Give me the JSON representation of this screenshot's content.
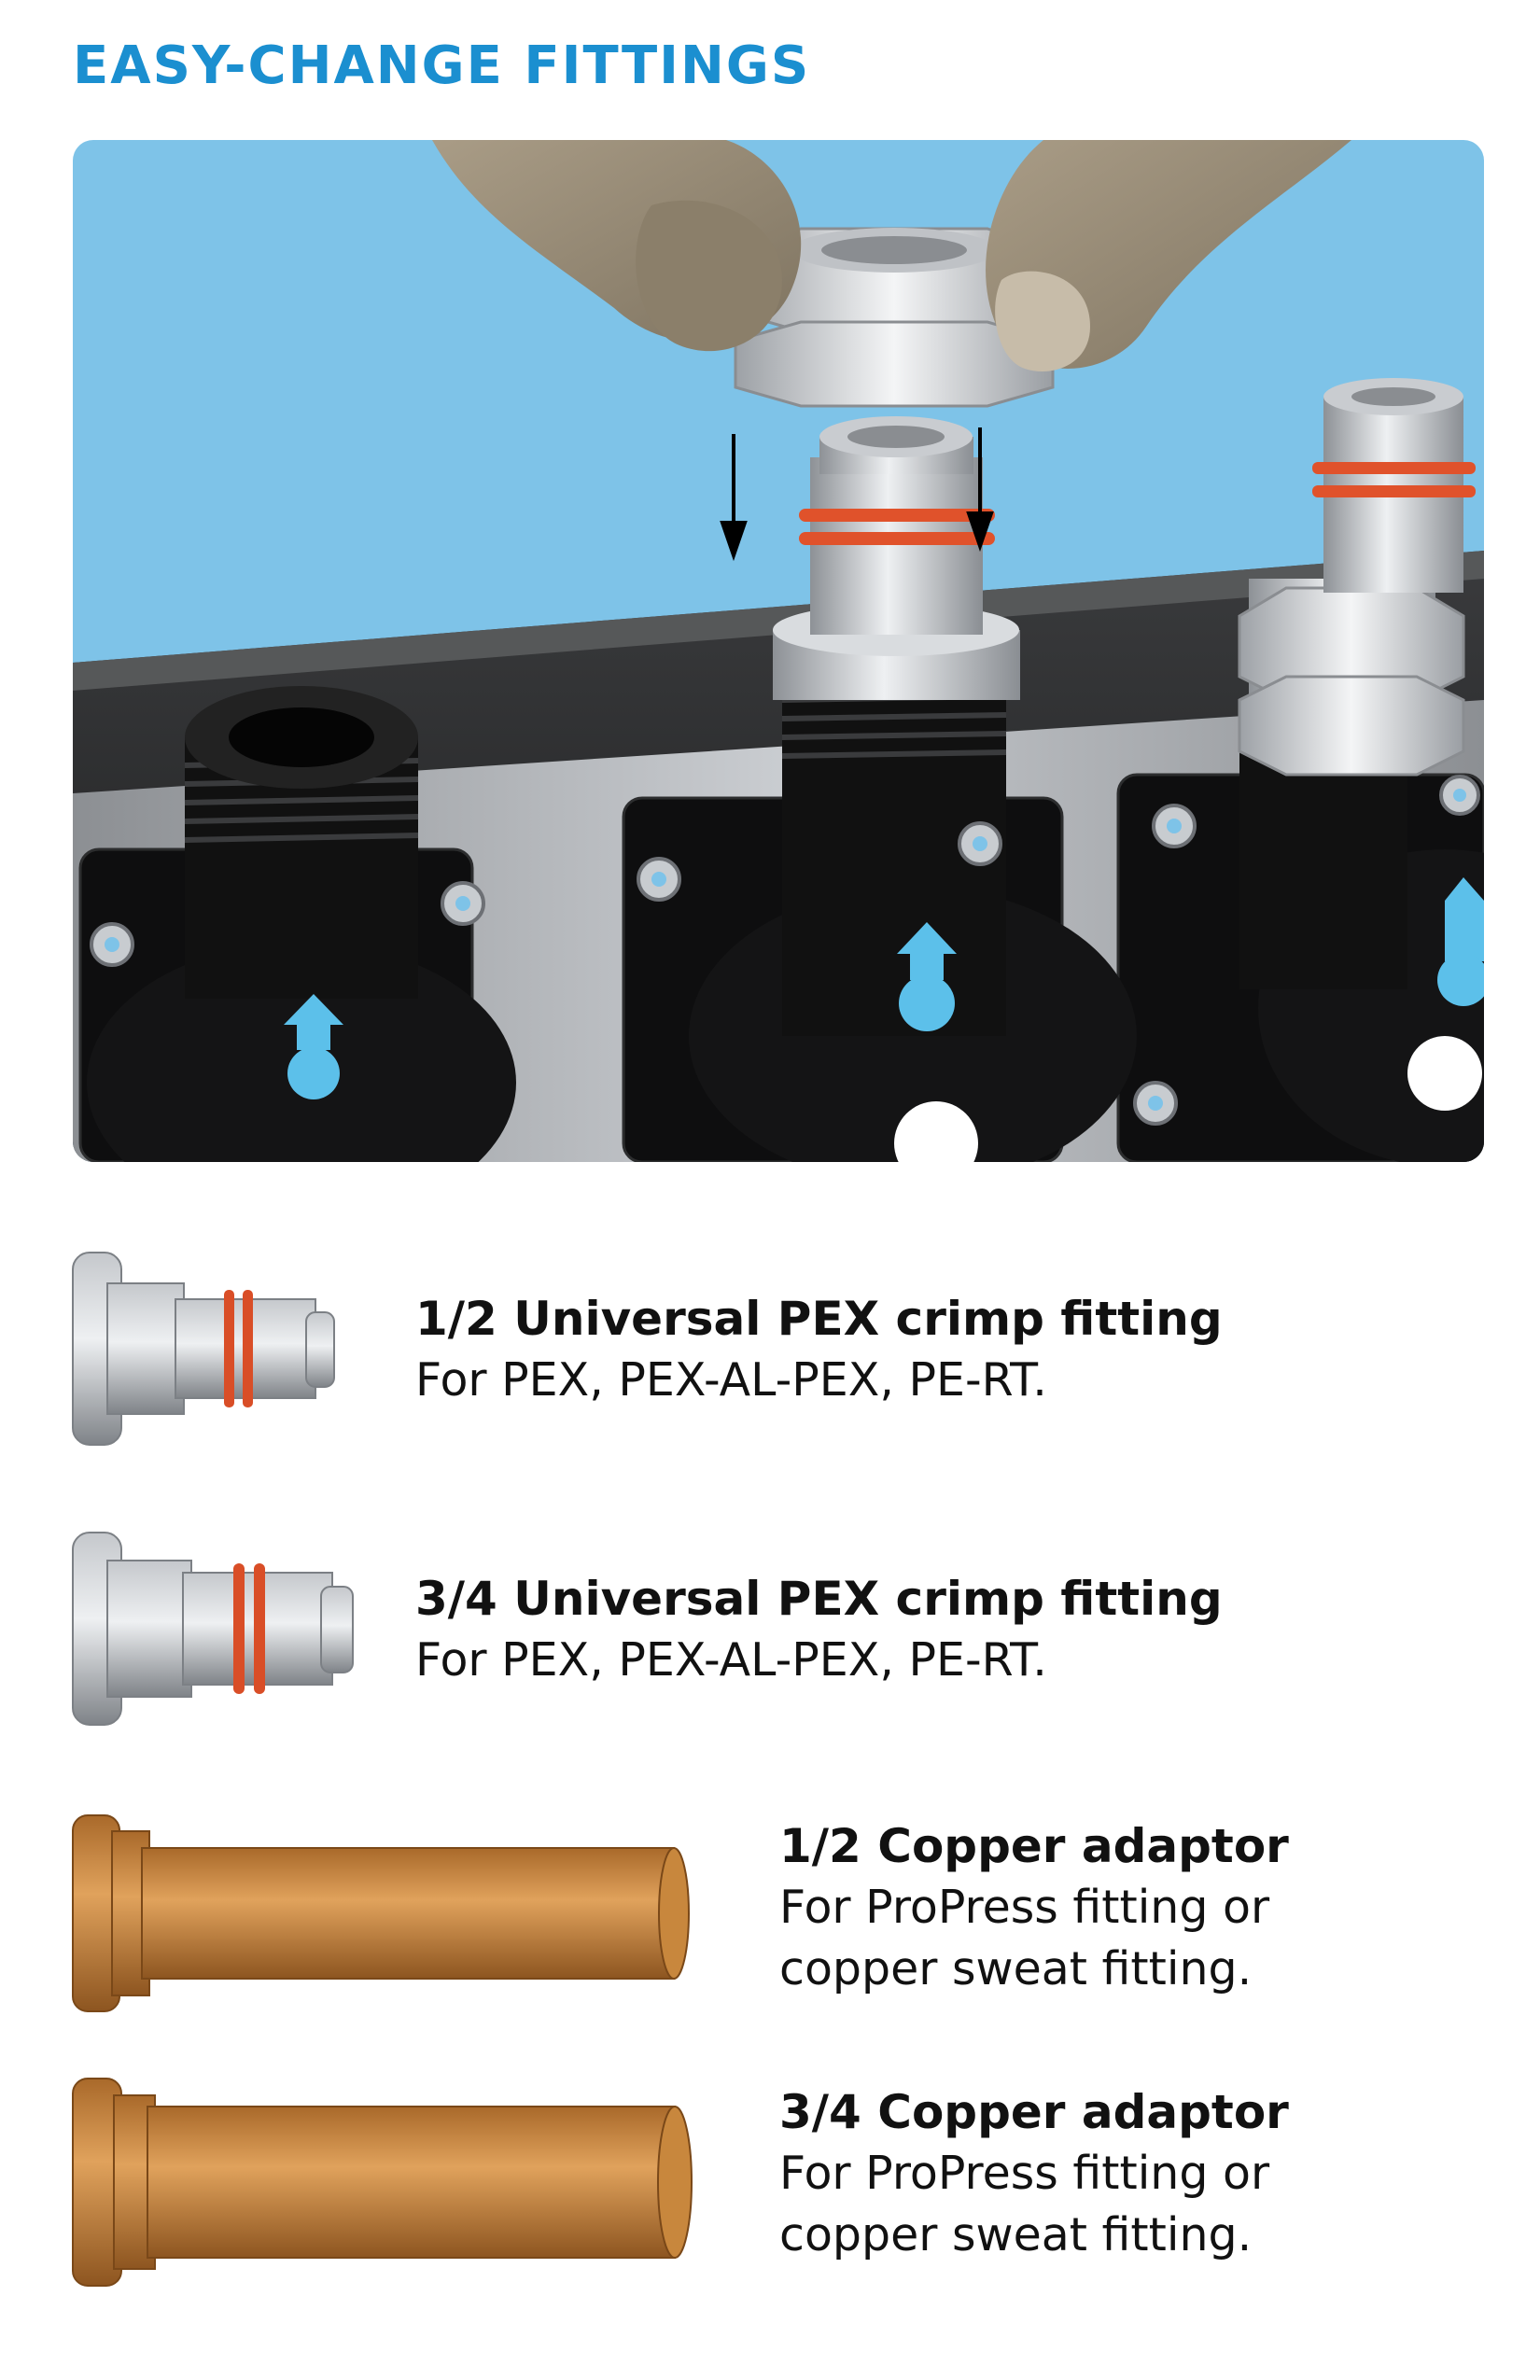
{
  "page": {
    "title": "EASY-CHANGE FITTINGS",
    "accent_color": "#1b8fd0"
  },
  "hero": {
    "icon": "manifold-fitting-install-illustration"
  },
  "fittings": [
    {
      "name": "1/2 Universal PEX crimp fitting",
      "desc_lines": [
        "For PEX, PEX-AL-PEX, PE-RT."
      ],
      "icon": "pex-crimp-fitting-icon",
      "material_color": "#9a9ea3"
    },
    {
      "name": "3/4 Universal PEX crimp fitting",
      "desc_lines": [
        "For PEX, PEX-AL-PEX, PE-RT."
      ],
      "icon": "pex-crimp-fitting-icon",
      "material_color": "#9a9ea3"
    },
    {
      "name": "1/2 Copper adaptor",
      "desc_lines": [
        "For ProPress fitting or",
        "copper sweat fitting."
      ],
      "icon": "copper-adaptor-icon",
      "material_color": "#c8873d"
    },
    {
      "name": "3/4 Copper adaptor",
      "desc_lines": [
        "For ProPress fitting or",
        "copper sweat fitting."
      ],
      "icon": "copper-adaptor-icon",
      "material_color": "#c8873d"
    }
  ]
}
